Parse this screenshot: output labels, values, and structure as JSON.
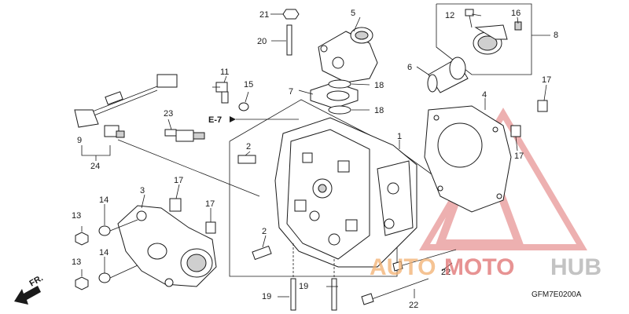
{
  "callouts": [
    "1",
    "2",
    "2",
    "3",
    "4",
    "5",
    "6",
    "7",
    "8",
    "9",
    "11",
    "12",
    "13",
    "13",
    "14",
    "14",
    "15",
    "16",
    "17",
    "17",
    "17",
    "17",
    "18",
    "18",
    "19",
    "19",
    "20",
    "21",
    "22",
    "22",
    "23",
    "24"
  ],
  "reference": "E-7",
  "front_indicator": "FR.",
  "diagram_code": "GFM7E0200A",
  "watermark": {
    "part1": "AUTO",
    "part2": "MOTO",
    "part3": "HUB",
    "color_primary": "#f2b070",
    "color_secondary": "#e07070",
    "color_hub": "#b0b0b0"
  }
}
